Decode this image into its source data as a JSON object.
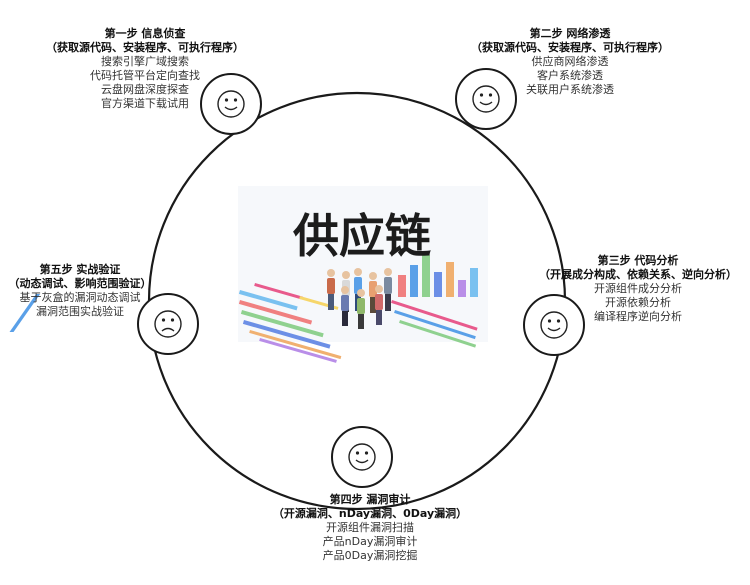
{
  "center_label": "供应链",
  "steps": [
    {
      "title": "第一步 信息侦查",
      "subtitle": "（获取源代码、安装程序、可执行程序）",
      "items": [
        "搜索引擎广域搜索",
        "代码托管平台定向查找",
        "云盘网盘深度探查",
        "官方渠道下载试用"
      ],
      "face": "smile"
    },
    {
      "title": "第二步 网络渗透",
      "subtitle": "（获取源代码、安装程序、可执行程序）",
      "items": [
        "供应商网络渗透",
        "客户系统渗透",
        "关联用户系统渗透"
      ],
      "face": "smile"
    },
    {
      "title": "第三步 代码分析",
      "subtitle": "（开展成分构成、依赖关系、逆向分析）",
      "items": [
        "开源组件成分分析",
        "开源依赖分析",
        "编译程序逆向分析"
      ],
      "face": "smile"
    },
    {
      "title": "第四步 漏洞审计",
      "subtitle": "（开源漏洞、nDay漏洞、0Day漏洞）",
      "items": [
        "开源组件漏洞扫描",
        "产品nDay漏洞审计",
        "产品0Day漏洞挖掘"
      ],
      "face": "smile"
    },
    {
      "title": "第五步 实战验证",
      "subtitle": "（动态调试、影响范围验证）",
      "items": [
        "基于灰盒的漏洞动态调试",
        "漏洞范围实战验证"
      ],
      "face": "frown"
    }
  ]
}
